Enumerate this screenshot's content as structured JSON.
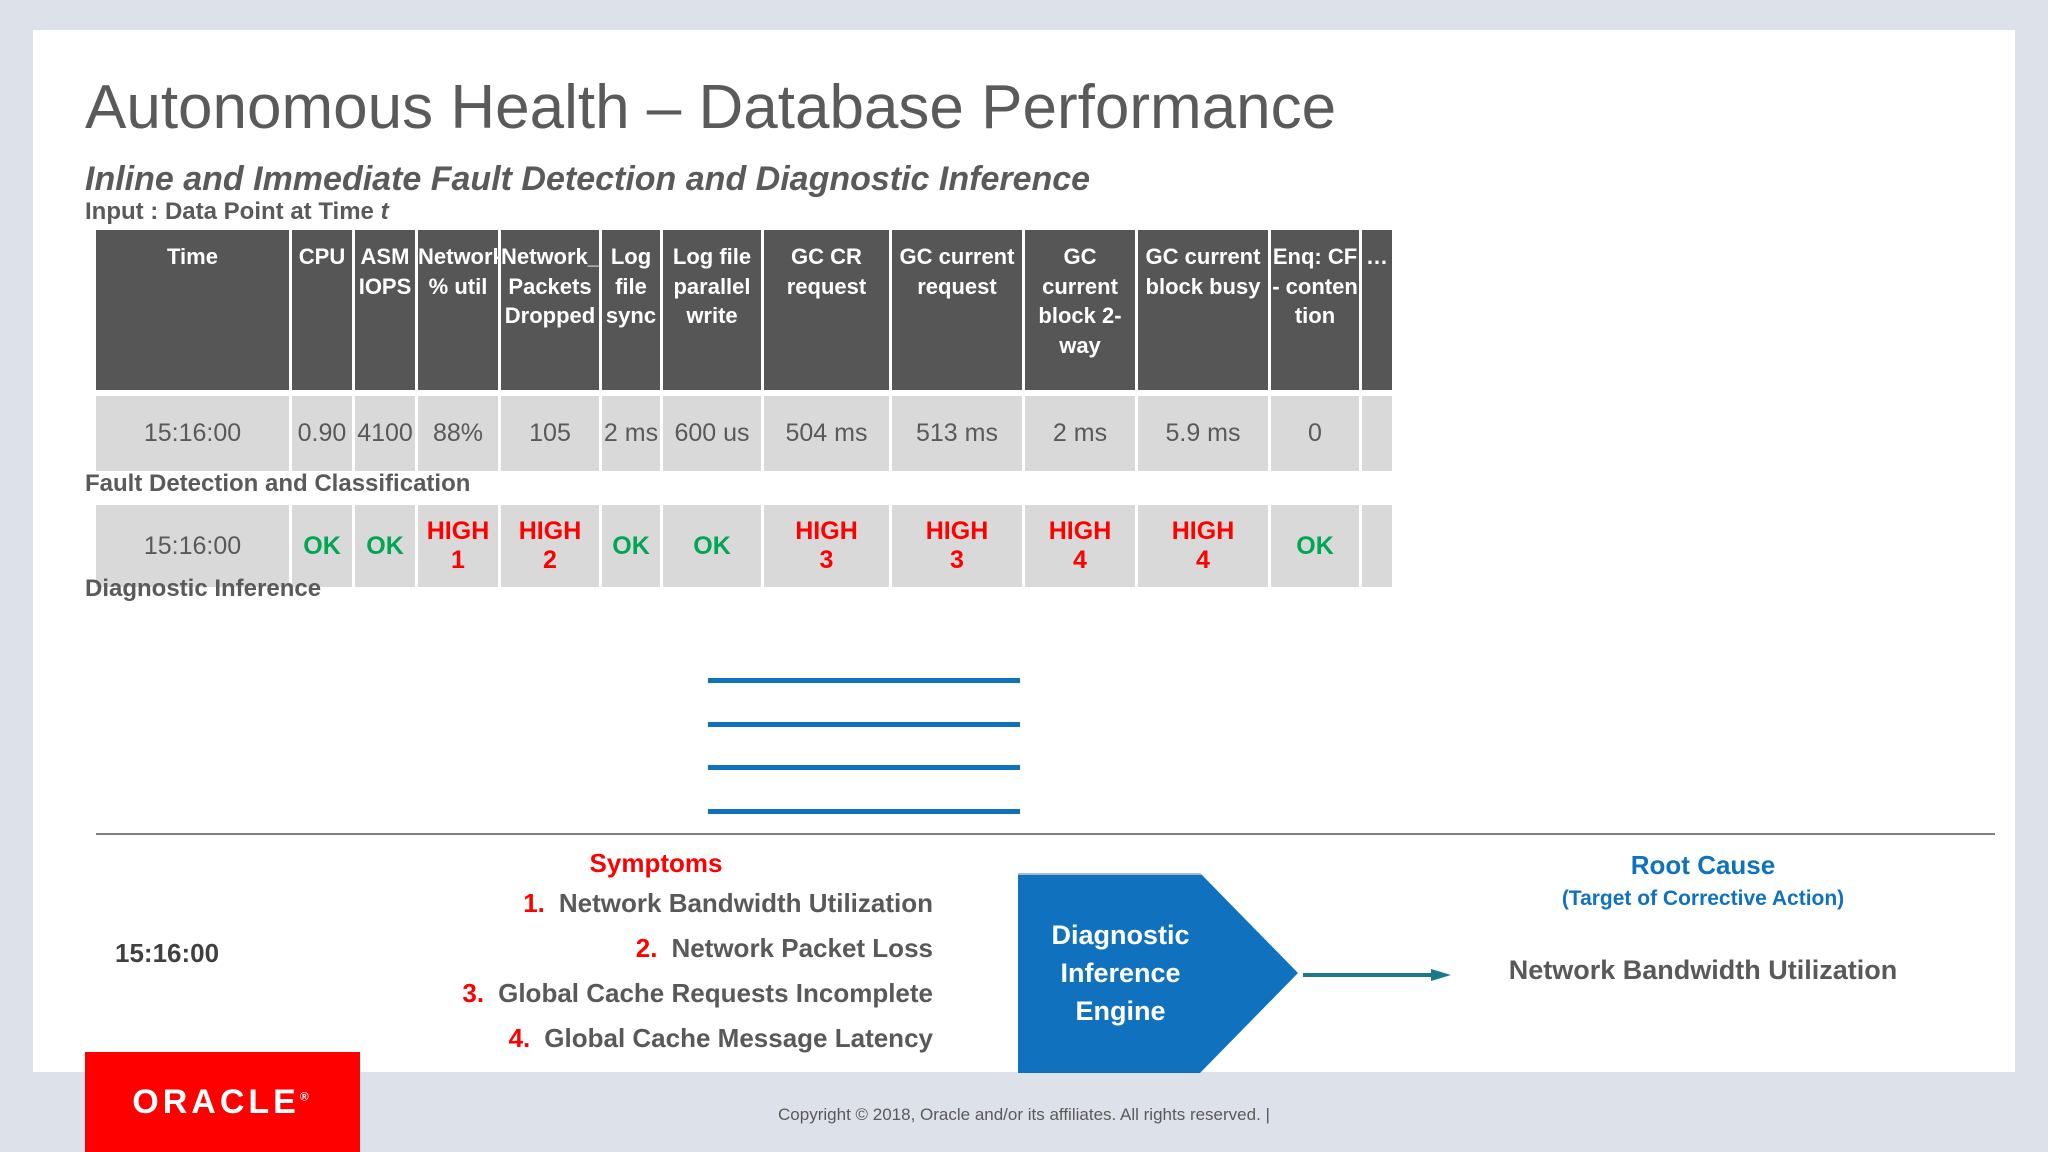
{
  "slide": {
    "title": "Autonomous Health – Database Performance",
    "subtitle": "Inline and Immediate Fault Detection and Diagnostic Inference"
  },
  "input_section": {
    "label_prefix": "Input : Data Point at Time ",
    "label_italic": "t"
  },
  "fault_section": {
    "label": "Fault Detection and Classification"
  },
  "inference_section": {
    "label": "Diagnostic Inference"
  },
  "metrics_table": {
    "headers": [
      "Time",
      "CPU",
      "ASM IOPS",
      "Network % util",
      "Network_ Packets Dropped",
      "Log file sync",
      "Log file parallel write",
      "GC  CR request",
      "GC current request",
      "GC current block 2-way",
      "GC current block busy",
      "Enq: CF - conten tion",
      "…"
    ],
    "row": [
      "15:16:00",
      "0.90",
      "4100",
      "88%",
      "105",
      "2 ms",
      "600 us",
      "504 ms",
      "513 ms",
      "2 ms",
      "5.9 ms",
      "0",
      ""
    ]
  },
  "classification_table": {
    "time": "15:16:00",
    "cells": [
      {
        "status": "OK",
        "rank": ""
      },
      {
        "status": "OK",
        "rank": ""
      },
      {
        "status": "HIGH",
        "rank": "1"
      },
      {
        "status": "HIGH",
        "rank": "2"
      },
      {
        "status": "OK",
        "rank": ""
      },
      {
        "status": "OK",
        "rank": ""
      },
      {
        "status": "HIGH",
        "rank": "3"
      },
      {
        "status": "HIGH",
        "rank": "3"
      },
      {
        "status": "HIGH",
        "rank": "4"
      },
      {
        "status": "HIGH",
        "rank": "4"
      },
      {
        "status": "OK",
        "rank": ""
      },
      {
        "status": "",
        "rank": ""
      }
    ]
  },
  "diagnostic": {
    "time": "15:16:00",
    "symptoms_heading": "Symptoms",
    "symptoms": [
      {
        "num": "1.",
        "text": "Network Bandwidth Utilization"
      },
      {
        "num": "2.",
        "text": "Network Packet Loss"
      },
      {
        "num": "3.",
        "text": "Global Cache Requests Incomplete"
      },
      {
        "num": "4.",
        "text": "Global  Cache Message Latency"
      }
    ],
    "engine_line1": "Diagnostic",
    "engine_line2": "Inference",
    "engine_line3": "Engine",
    "root_cause_title": "Root Cause",
    "root_cause_subtitle": "(Target of Corrective Action)",
    "root_cause_value": "Network Bandwidth Utilization"
  },
  "footer": {
    "logo_text": "ORACLE",
    "logo_registered": "®",
    "copyright": "Copyright © 2018, Oracle and/or its affiliates. All rights reserved.  |"
  },
  "colors": {
    "header_gray": "#565656",
    "cell_gray": "#d9d9d9",
    "ok_green": "#00a651",
    "high_red": "#ff0000",
    "accent_blue": "#1072be",
    "oracle_red": "#ff0000",
    "text_gray": "#595959",
    "page_bg": "#dde1e9"
  }
}
